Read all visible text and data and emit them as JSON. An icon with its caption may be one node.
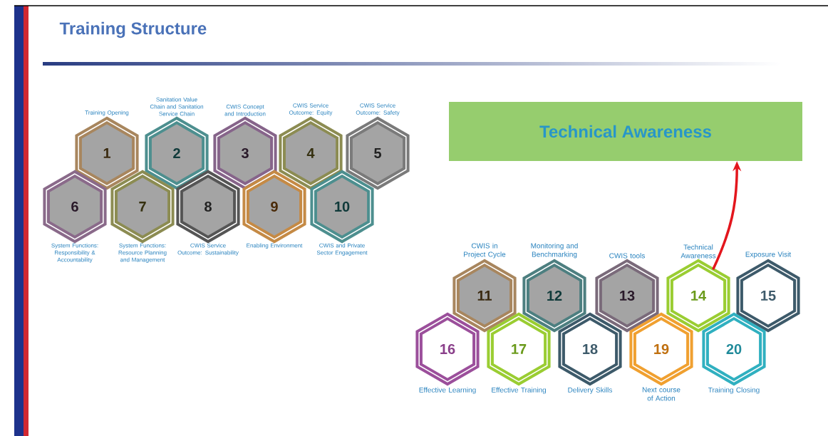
{
  "diagram": {
    "title": "Training Structure",
    "nodes": [
      {
        "text": [
          "1"
        ],
        "beside": [
          "Training Opening"
        ]
      },
      {
        "text": [
          "2"
        ],
        "beside": [
          "Sanitation Value Chain and Sanitation Service Chain"
        ]
      },
      {
        "text": [
          "3"
        ],
        "beside": [
          "CWIS Concept and Introduction"
        ]
      },
      {
        "text": [
          "4"
        ],
        "beside": [
          "CWIS Service Outcome: Equity"
        ]
      },
      {
        "text": [
          "5"
        ],
        "beside": [
          "CWIS Service Outcome: Safety"
        ]
      },
      {
        "text": [
          "6"
        ],
        "beside": [
          "System Functions: Responsibility & Accountability"
        ]
      },
      {
        "text": [
          "7"
        ],
        "beside": [
          "System Functions: Resource Planning and Management"
        ]
      },
      {
        "text": [
          "8"
        ],
        "beside": [
          "CWIS Service Outcome: Sustainability"
        ]
      },
      {
        "text": [
          "9"
        ],
        "beside": [
          "Enabling Environment"
        ]
      },
      {
        "text": [
          "10"
        ],
        "beside": [
          "CWIS and Private Sector Engagement"
        ]
      },
      {
        "text": [
          "11"
        ],
        "beside": [
          "CWIS in Project Cycle"
        ]
      },
      {
        "text": [
          "12"
        ],
        "beside": [
          "Monitoring and Benchmarking"
        ]
      },
      {
        "text": [
          "13"
        ],
        "beside": [
          "CWIS tools"
        ]
      },
      {
        "text": [
          "14"
        ],
        "beside": [
          "Technical Awareness"
        ]
      },
      {
        "text": [
          "15"
        ],
        "beside": [
          "Exposure Visit"
        ]
      },
      {
        "text": [
          "16"
        ],
        "beside": [
          "Effective Learning"
        ]
      },
      {
        "text": [
          "17"
        ],
        "beside": [
          "Effective Training"
        ]
      },
      {
        "text": [
          "18"
        ],
        "beside": [
          "Delivery Skills"
        ]
      },
      {
        "text": [
          "19"
        ],
        "beside": [
          "Next course of Action"
        ]
      },
      {
        "text": [
          "20"
        ],
        "beside": [
          "Training Closing"
        ]
      },
      {
        "text": [
          "Technical Awareness"
        ]
      }
    ],
    "edges": [
      {
        "from": 13,
        "to": 20,
        "arrow": "to",
        "color": "#e3161d"
      }
    ]
  }
}
